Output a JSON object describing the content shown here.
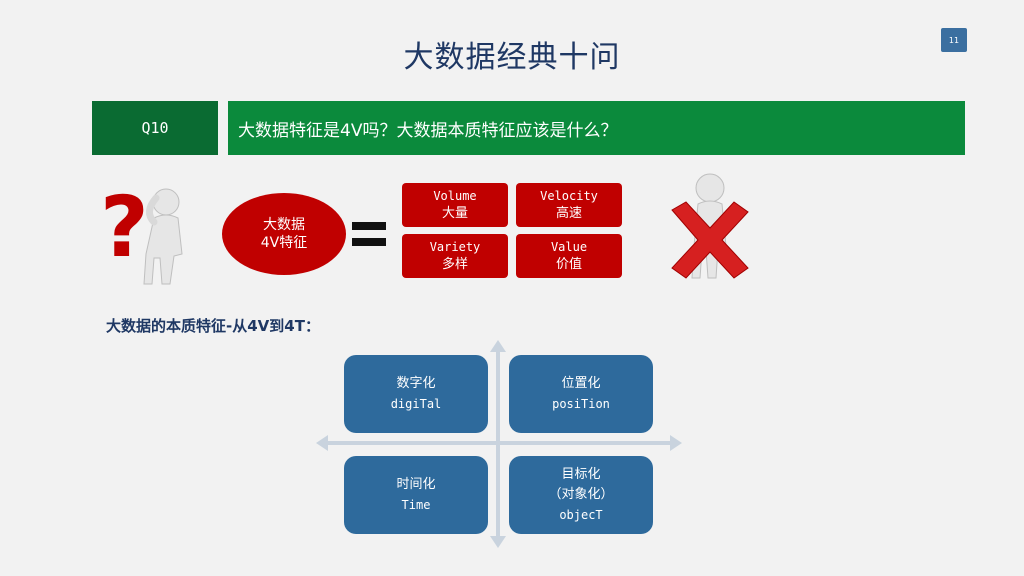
{
  "slide": {
    "title": "大数据经典十问",
    "page_number": "11"
  },
  "question": {
    "tag": "Q10",
    "text": "大数据特征是4V吗？大数据本质特征应该是什么？"
  },
  "oval": {
    "line1": "大数据",
    "line2": "4V特征"
  },
  "features": [
    {
      "en": "Volume",
      "zh": "大量"
    },
    {
      "en": "Velocity",
      "zh": "高速"
    },
    {
      "en": "Variety",
      "zh": "多样"
    },
    {
      "en": "Value",
      "zh": "价值"
    }
  ],
  "essence": {
    "heading": "大数据的本质特征-从4V到4T：",
    "quadrants": [
      {
        "zh": "数字化",
        "en": "digiTal"
      },
      {
        "zh": "位置化",
        "en": "posiTion"
      },
      {
        "zh": "时间化",
        "en": "Time"
      },
      {
        "zh": "目标化",
        "zh2": "（对象化）",
        "en": "objecT"
      }
    ]
  },
  "colors": {
    "title_text": "#1f3864",
    "q_tag_bg": "#0a6b32",
    "q_bar_bg": "#0b8a3c",
    "feature_red": "#c00000",
    "quad_blue": "#2e6a9c",
    "axis_gray": "#c9d3de"
  },
  "icons": {
    "left_figure": "question-mark-figure-icon",
    "right_figure": "red-x-figure-icon",
    "equals": "equals-icon"
  }
}
